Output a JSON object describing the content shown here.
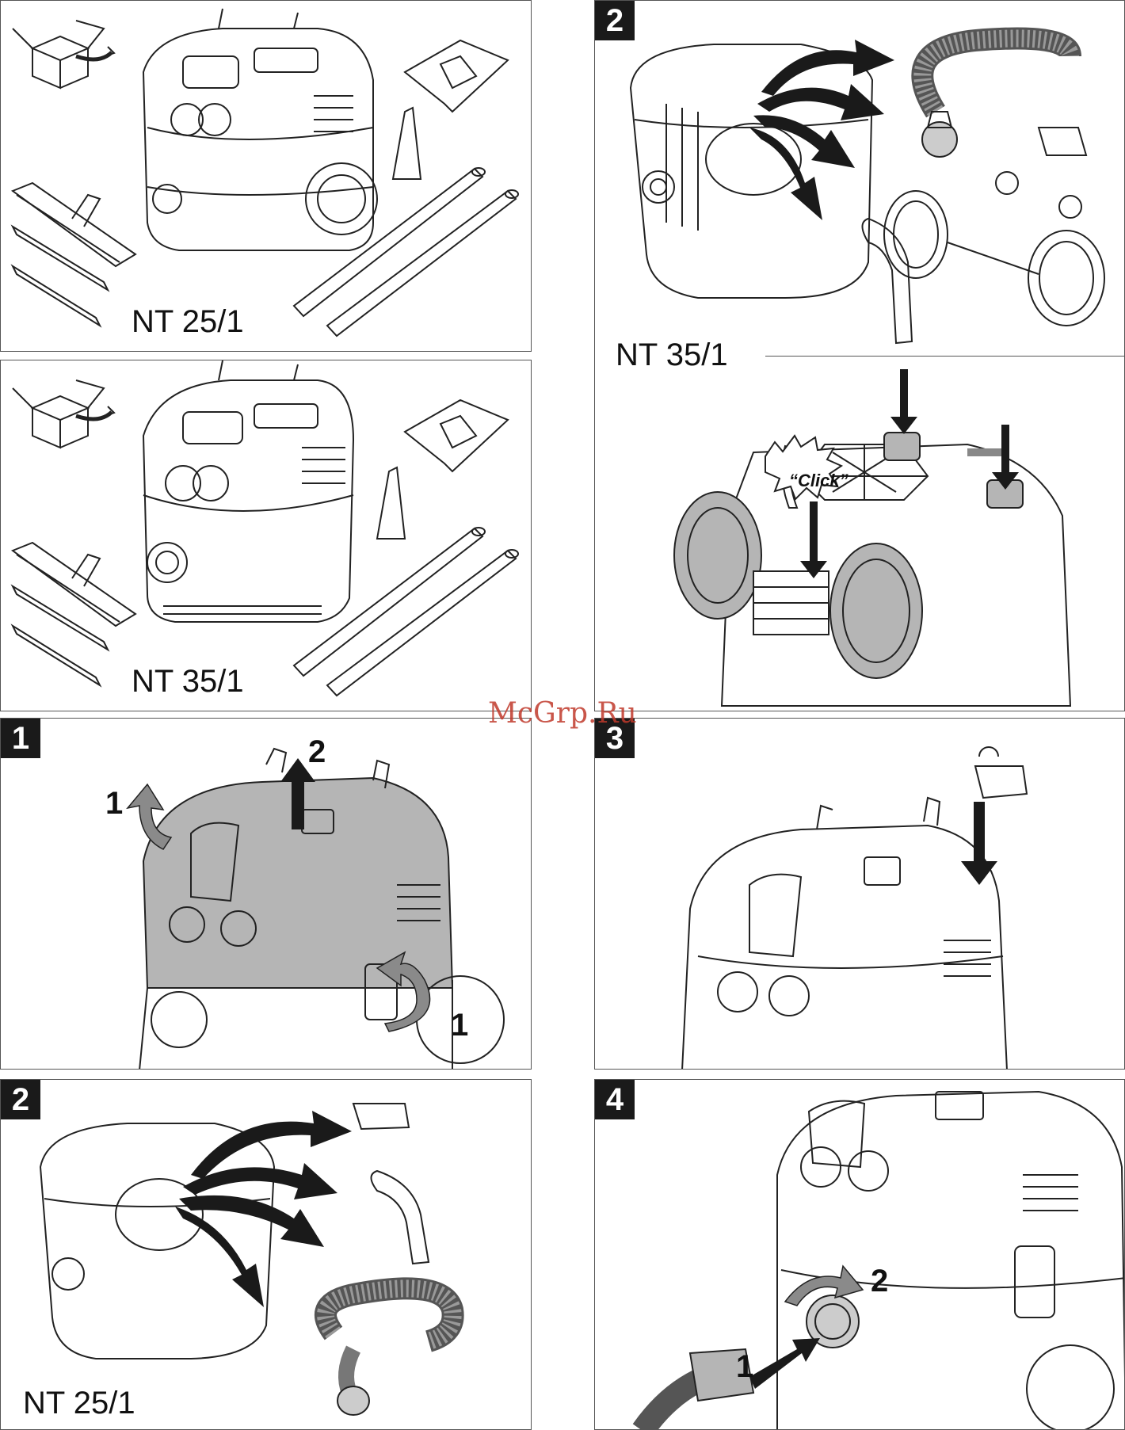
{
  "models": {
    "nt25": "NT 25/1",
    "nt35": "NT 35/1"
  },
  "steps": {
    "s1": "1",
    "s2": "2",
    "s3": "3",
    "s4": "4"
  },
  "callouts": {
    "one": "1",
    "two": "2",
    "click": "“Click”"
  },
  "watermark": "McGrp.Ru",
  "colors": {
    "ink": "#1a1a1a",
    "shade": "#b5b5b5",
    "watermark": "#c0392b"
  }
}
